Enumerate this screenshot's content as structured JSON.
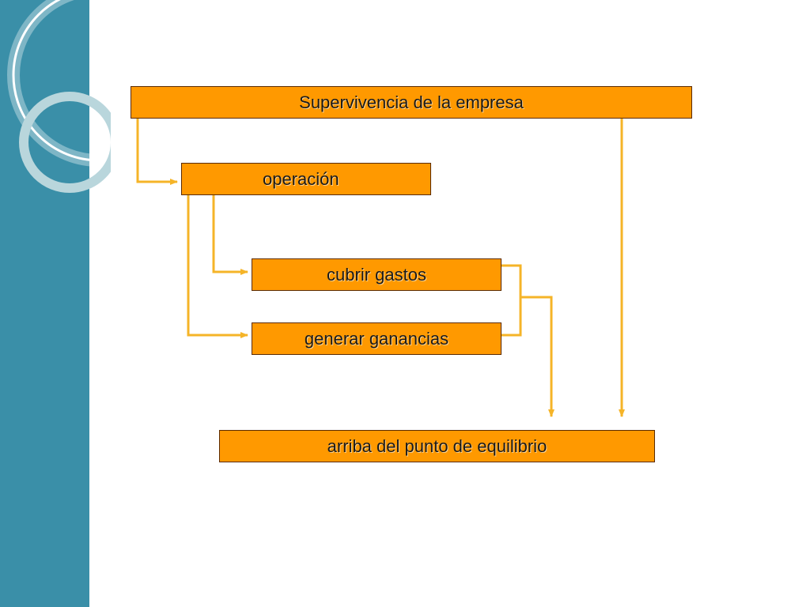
{
  "theme": {
    "box_fill": "#ff9900",
    "box_border": "#5a2a00",
    "connector_color": "#f5b428",
    "side_band_color": "#3a8fa8",
    "side_ring_color": "#b9d6dc"
  },
  "diagram": {
    "nodes": {
      "top": "Supervivencia de la empresa",
      "operation": "operación",
      "cover_costs": "cubrir gastos",
      "generate_profit": "generar ganancias",
      "bottom": "arriba del punto de equilibrio"
    },
    "edges": [
      {
        "from": "top",
        "to": "operation"
      },
      {
        "from": "operation",
        "to": "cover_costs"
      },
      {
        "from": "operation",
        "to": "generate_profit"
      },
      {
        "from": "cover_costs",
        "to": "bottom"
      },
      {
        "from": "generate_profit",
        "to": "bottom"
      },
      {
        "from": "top",
        "to": "bottom"
      }
    ]
  }
}
